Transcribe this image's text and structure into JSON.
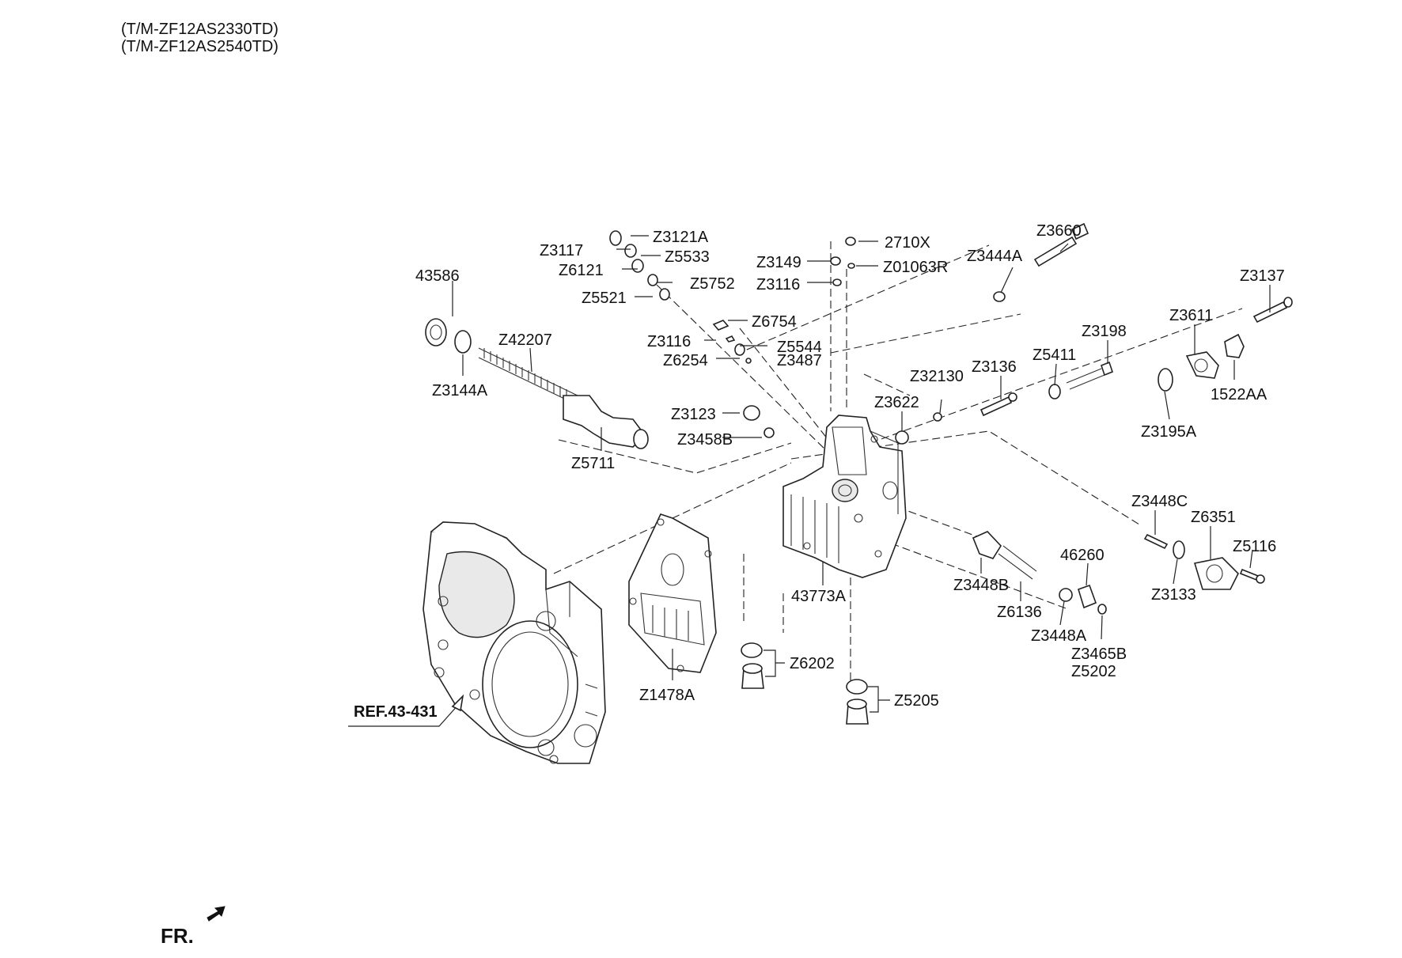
{
  "header": {
    "line1": "(T/M-ZF12AS2330TD)",
    "line2": "(T/M-ZF12AS2540TD)"
  },
  "reference": "REF.43-431",
  "front_marker": "FR.",
  "callouts": [
    "Z3121A",
    "Z3117",
    "Z5533",
    "Z6121",
    "Z5752",
    "Z5521",
    "Z6754",
    "Z3116",
    "Z5544",
    "Z6254",
    "Z3487",
    "Z3123",
    "Z3458B",
    "43586",
    "Z3144A",
    "Z42207",
    "Z5711",
    "2710X",
    "Z3149",
    "Z01063R",
    "Z3116",
    "Z3444A",
    "Z3660",
    "Z3137",
    "Z3611",
    "1522AA",
    "Z3195A",
    "Z3198",
    "Z5411",
    "Z3136",
    "Z32130",
    "Z3622",
    "Z3448C",
    "Z6351",
    "Z5116",
    "Z3133",
    "46260",
    "Z3448B",
    "Z6136",
    "Z3448A",
    "Z3465B",
    "Z5202",
    "43773A",
    "Z6202",
    "Z5205",
    "Z1478A"
  ]
}
